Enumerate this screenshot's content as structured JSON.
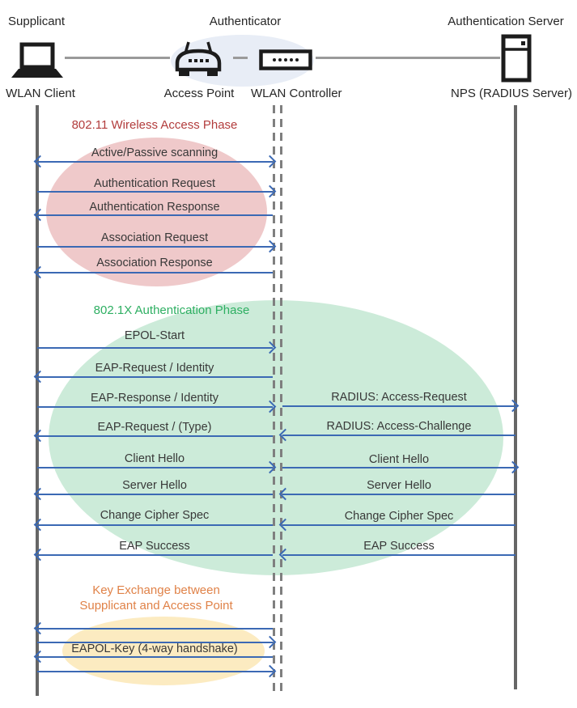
{
  "actors": {
    "supplicant_role": "Supplicant",
    "authenticator_role": "Authenticator",
    "server_role": "Authentication Server",
    "supplicant_device": "WLAN Client",
    "ap_device": "Access Point",
    "controller_device": "WLAN Controller",
    "server_device": "NPS (RADIUS Server)"
  },
  "phase1": {
    "title": "802.11 Wireless Access Phase",
    "messages": [
      {
        "label": "Active/Passive scanning",
        "direction": "both"
      },
      {
        "label": "Authentication Request",
        "direction": "right"
      },
      {
        "label": "Authentication Response",
        "direction": "left"
      },
      {
        "label": "Association Request",
        "direction": "right"
      },
      {
        "label": "Association Response",
        "direction": "left"
      }
    ]
  },
  "phase2": {
    "title": "802.1X Authentication Phase",
    "client_messages": [
      {
        "label": "EPOL-Start",
        "direction": "right"
      },
      {
        "label": "EAP-Request / Identity",
        "direction": "left"
      },
      {
        "label": "EAP-Response / Identity",
        "direction": "right"
      },
      {
        "label": "EAP-Request / (Type)",
        "direction": "left"
      },
      {
        "label": "Client Hello",
        "direction": "right"
      },
      {
        "label": "Server Hello",
        "direction": "left"
      },
      {
        "label": "Change Cipher Spec",
        "direction": "left"
      },
      {
        "label": "EAP Success",
        "direction": "left"
      }
    ],
    "server_messages": [
      {
        "label": "RADIUS: Access-Request",
        "direction": "right"
      },
      {
        "label": "RADIUS: Access-Challenge",
        "direction": "left"
      },
      {
        "label": "Client Hello",
        "direction": "right"
      },
      {
        "label": "Server Hello",
        "direction": "left"
      },
      {
        "label": "Change Cipher Spec",
        "direction": "left"
      },
      {
        "label": "EAP Success",
        "direction": "left"
      }
    ]
  },
  "phase3": {
    "title_line1": "Key Exchange between",
    "title_line2": "Supplicant and Access Point",
    "message_label": "EAPOL-Key (4-way handshake)",
    "arrow_directions": [
      "left",
      "right",
      "left",
      "right"
    ]
  },
  "colors": {
    "arrow": "#3B69B4",
    "phase1_title": "#B23C3C",
    "phase1_ellipse": "#EFC9CA",
    "phase2_title": "#2EAF62",
    "phase2_ellipse": "#CCEBD9",
    "phase3_title": "#E08248",
    "phase3_ellipse": "#FCEBC1",
    "authenticator_ellipse": "#E8EDF6",
    "lifeline": "#666666"
  }
}
